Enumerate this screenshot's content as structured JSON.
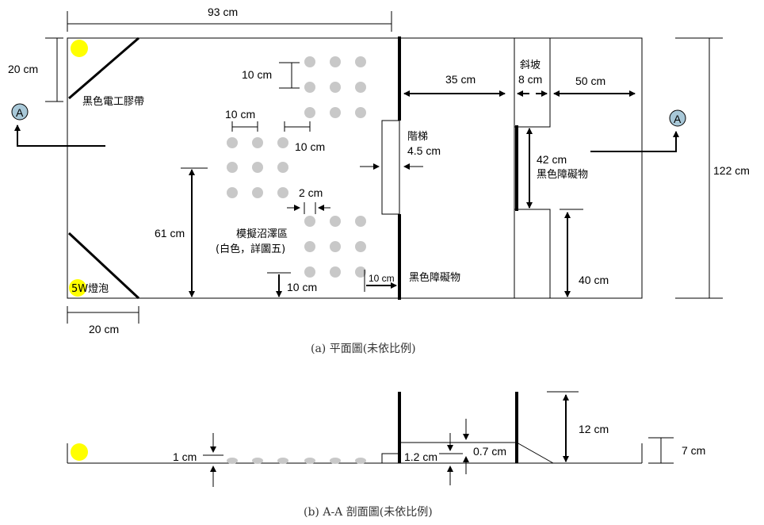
{
  "plan": {
    "dim_length": "93 cm",
    "dim_tape": "20 cm",
    "tape_label": "黑色電工膠帶",
    "section_marker": "A",
    "dim_spacing_v": "10 cm",
    "dim_spacing_h1": "10 cm",
    "dim_spacing_h2": "10 cm",
    "dim_dot": "2 cm",
    "dim_61": "61 cm",
    "marsh_label_1": "模擬沼澤區",
    "marsh_label_2": "(白色，詳圖五)",
    "dim_bottom_gap": "10 cm",
    "dim_wall_gap": "10 cm",
    "barrier_label_1": "黑色障礙物",
    "step_label": "階梯",
    "step_height": "4.5 cm",
    "dim_35": "35 cm",
    "ramp_label": "斜坡",
    "ramp_width": "8 cm",
    "dim_50": "50 cm",
    "dim_42": "42 cm",
    "barrier_label_2": "黑色障礙物",
    "dim_40": "40 cm",
    "dim_122": "122 cm",
    "bulb_label": "5W燈泡",
    "dim_bulb_20": "20 cm",
    "caption": "(a) 平面圖(未依比例)"
  },
  "section": {
    "dim_1": "1 cm",
    "dim_12": "1.2 cm",
    "dim_07": "0.7 cm",
    "dim_12cm": "12 cm",
    "dim_7": "7 cm",
    "caption": "(b) A-A 剖面圖(未依比例)"
  },
  "colors": {
    "bulb": "#ffff00",
    "dot": "#c8c8c8",
    "line": "#000000"
  }
}
